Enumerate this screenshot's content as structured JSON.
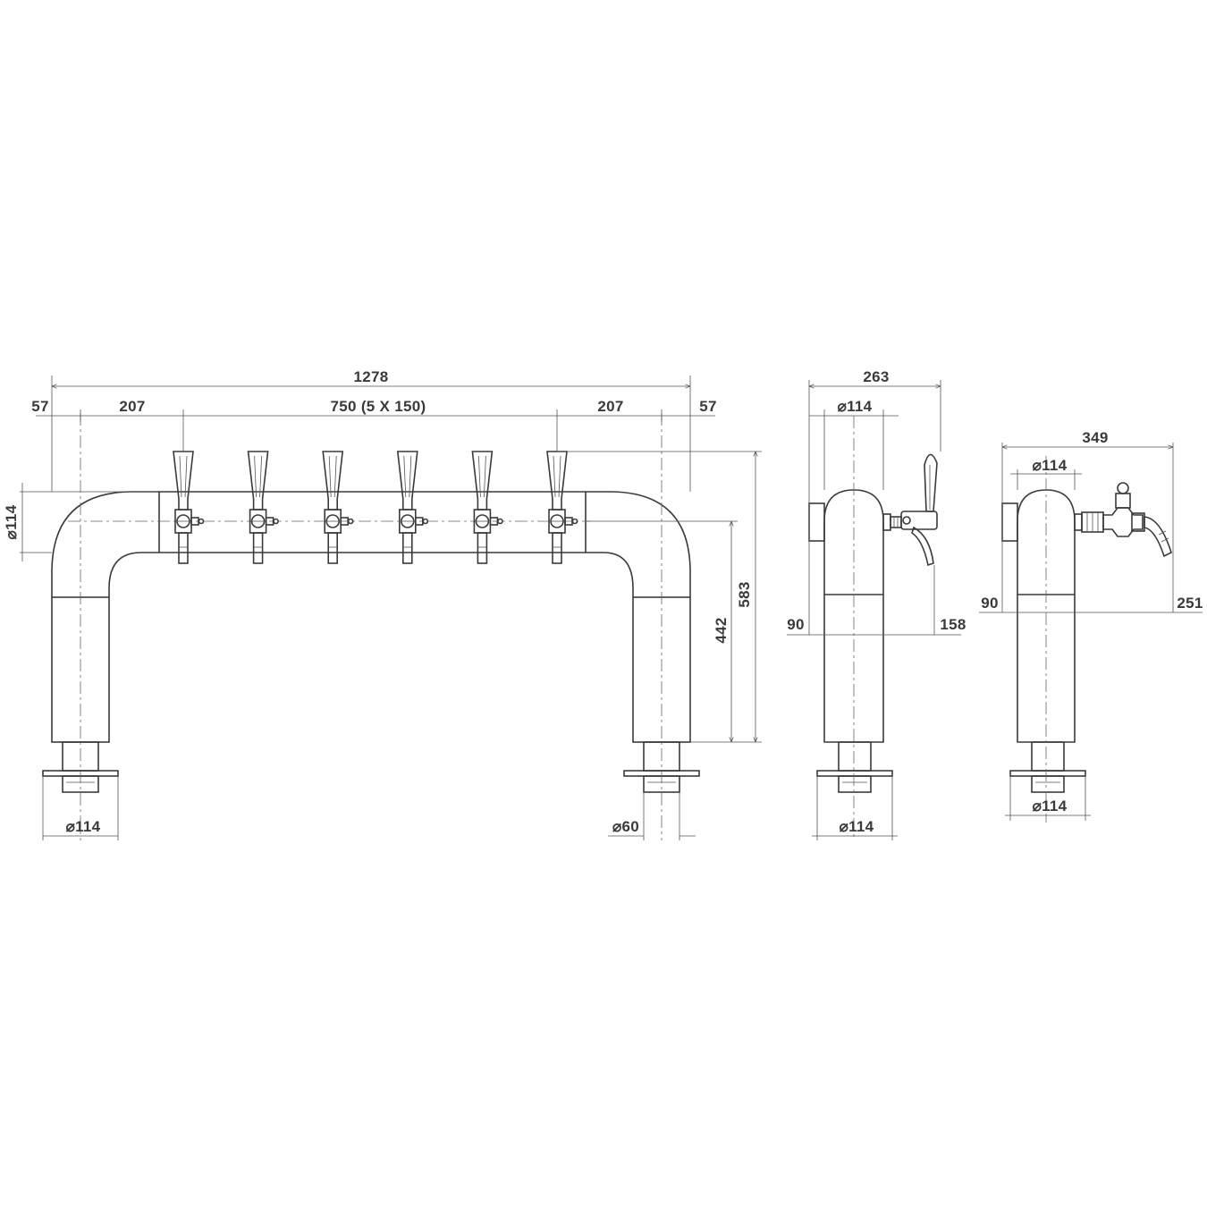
{
  "front_view": {
    "dim_total_width": "1278",
    "dim_left_offset": "57",
    "dim_left_first_tap": "207",
    "dim_tap_span": "750 (5 X 150)",
    "dim_right_last_tap": "207",
    "dim_right_offset": "57",
    "dim_pipe_diameter": "⌀114",
    "dim_total_height": "583",
    "dim_base_to_tap": "442",
    "dim_base_plate": "⌀114",
    "dim_base_spigot": "⌀60",
    "tap_count": 6
  },
  "side_view_a": {
    "dim_depth": "263",
    "dim_column_diameter": "⌀114",
    "dim_rear_boss": "90",
    "dim_spout_height": "158",
    "dim_base_plate": "⌀114"
  },
  "side_view_b": {
    "dim_depth": "349",
    "dim_column_diameter": "⌀114",
    "dim_rear_boss": "90",
    "dim_spout_height": "251",
    "dim_base_plate": "⌀114"
  }
}
